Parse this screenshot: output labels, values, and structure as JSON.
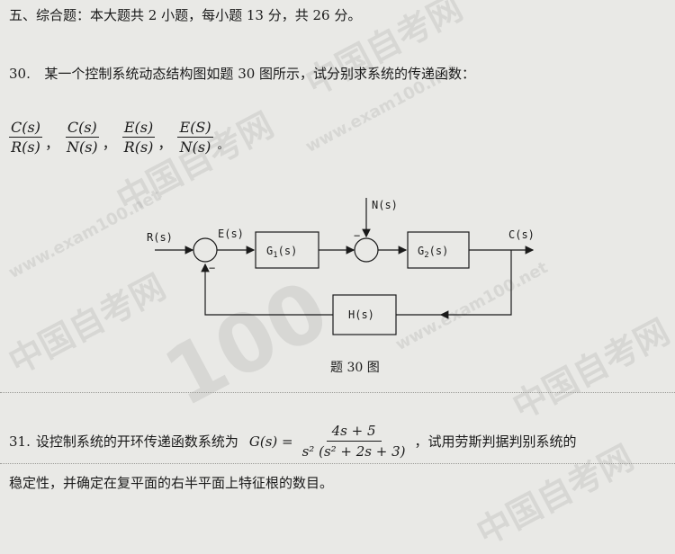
{
  "section_title": "五、综合题：本大题共 2 小题，每小题 13 分，共 26 分。",
  "q30": {
    "number": "30.",
    "text": "某一个控制系统动态结构图如题 30 图所示，试分别求系统的传递函数：",
    "fractions": [
      {
        "num": "C(s)",
        "den": "R(s)"
      },
      {
        "num": "C(s)",
        "den": "N(s)"
      },
      {
        "num": "E(s)",
        "den": "R(s)"
      },
      {
        "num": "E(S)",
        "den": "N(s)"
      }
    ],
    "separator": "，",
    "end_mark": "。"
  },
  "diagram": {
    "input_label": "R(s)",
    "error_label": "E(s)",
    "disturbance_label": "N(s)",
    "output_label": "C(s)",
    "block_g1": "G",
    "block_g1_sub": "1",
    "block_g1_suffix": "(s)",
    "block_g2": "G",
    "block_g2_sub": "2",
    "block_g2_suffix": "(s)",
    "block_h": "H(s)",
    "minus_sign_1": "−",
    "minus_sign_2": "−"
  },
  "caption": "题 30 图",
  "q31": {
    "number": "31.",
    "text_before": "设控制系统的开环传递函数系统为",
    "lhs": "G(s) =",
    "numerator": "4s + 5",
    "denominator": "s² (s² + 2s + 3)",
    "text_after": "，试用劳斯判据判别系统的",
    "continuation": "稳定性，并确定在复平面的右半平面上特征根的数目。"
  },
  "watermark": {
    "brand": "中国自考网",
    "url": "www.exam100.net",
    "number": "100"
  }
}
